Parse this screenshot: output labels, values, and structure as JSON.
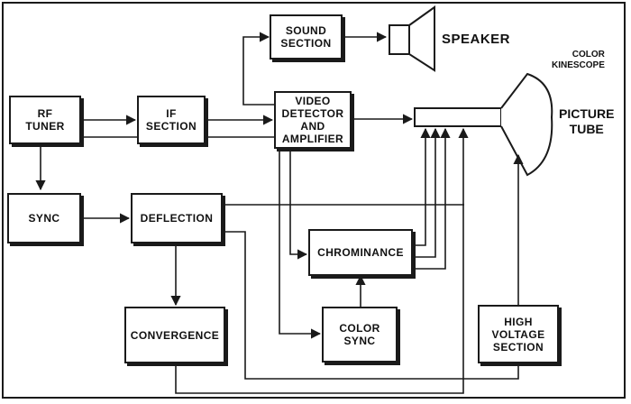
{
  "blocks": {
    "rf_tuner": "RF\nTUNER",
    "if_section": "IF\nSECTION",
    "sound_section": "SOUND\nSECTION",
    "video_detector": "VIDEO\nDETECTOR\nAND\nAMPLIFIER",
    "sync": "SYNC",
    "deflection": "DEFLECTION",
    "chrominance": "CHROMINANCE",
    "convergence": "CONVERGENCE",
    "color_sync": "COLOR\nSYNC",
    "high_voltage": "HIGH\nVOLTAGE\nSECTION"
  },
  "labels": {
    "speaker": "SPEAKER",
    "color_kinescope": "COLOR\nKINESCOPE",
    "picture_tube": "PICTURE\nTUBE"
  }
}
